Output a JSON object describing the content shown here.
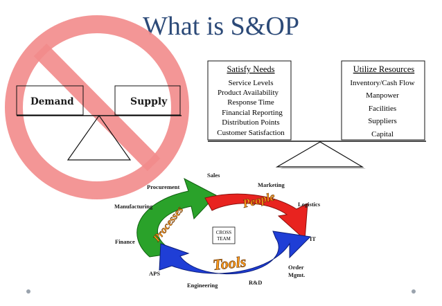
{
  "title": "What is S&OP",
  "left_scale": {
    "demand_label": "Demand",
    "supply_label": "Supply",
    "prohibited_symbol_color": "#f28b8b"
  },
  "satisfy_box": {
    "title": "Satisfy Needs",
    "items": [
      "Service Levels",
      "Product Availability",
      "Response Time",
      "Financial Reporting",
      "Distribution Points",
      "Customer Satisfaction"
    ]
  },
  "utilize_box": {
    "title": "Utilize Resources",
    "items": [
      "Inventory/Cash Flow",
      "Manpower",
      "Facilities",
      "Suppliers",
      "Capital"
    ]
  },
  "cycle": {
    "arrows": [
      {
        "label": "Processes",
        "color": "#2aa22a"
      },
      {
        "label": "People",
        "color": "#e8231f"
      },
      {
        "label": "Tools",
        "color": "#1f3ed6"
      }
    ],
    "center_label": [
      "CROSS",
      "TEAM"
    ],
    "functions": [
      "Sales",
      "Marketing",
      "Logistics",
      "IT",
      "Order",
      "Mgmt.",
      "R&D",
      "Engineering",
      "APS",
      "Finance",
      "Manufacturing",
      "Procurement"
    ]
  }
}
